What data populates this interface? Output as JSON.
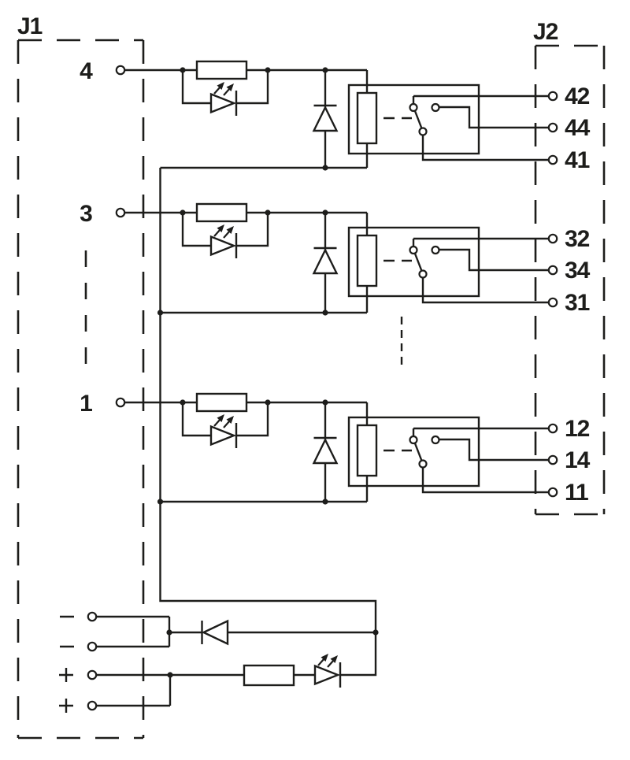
{
  "colors": {
    "line": "#1d1d1b",
    "background": "#ffffff"
  },
  "connector_left": {
    "label": "J1"
  },
  "connector_right": {
    "label": "J2"
  },
  "channels": [
    {
      "input": "4",
      "outputs": [
        "42",
        "44",
        "41"
      ]
    },
    {
      "input": "3",
      "outputs": [
        "32",
        "34",
        "31"
      ]
    },
    {
      "input": "1",
      "outputs": [
        "12",
        "14",
        "11"
      ]
    }
  ],
  "power": {
    "negative_terminals": [
      {
        "symbol": "minus"
      },
      {
        "symbol": "minus"
      }
    ],
    "positive_terminals": [
      {
        "symbol": "plus"
      },
      {
        "symbol": "plus"
      }
    ]
  }
}
